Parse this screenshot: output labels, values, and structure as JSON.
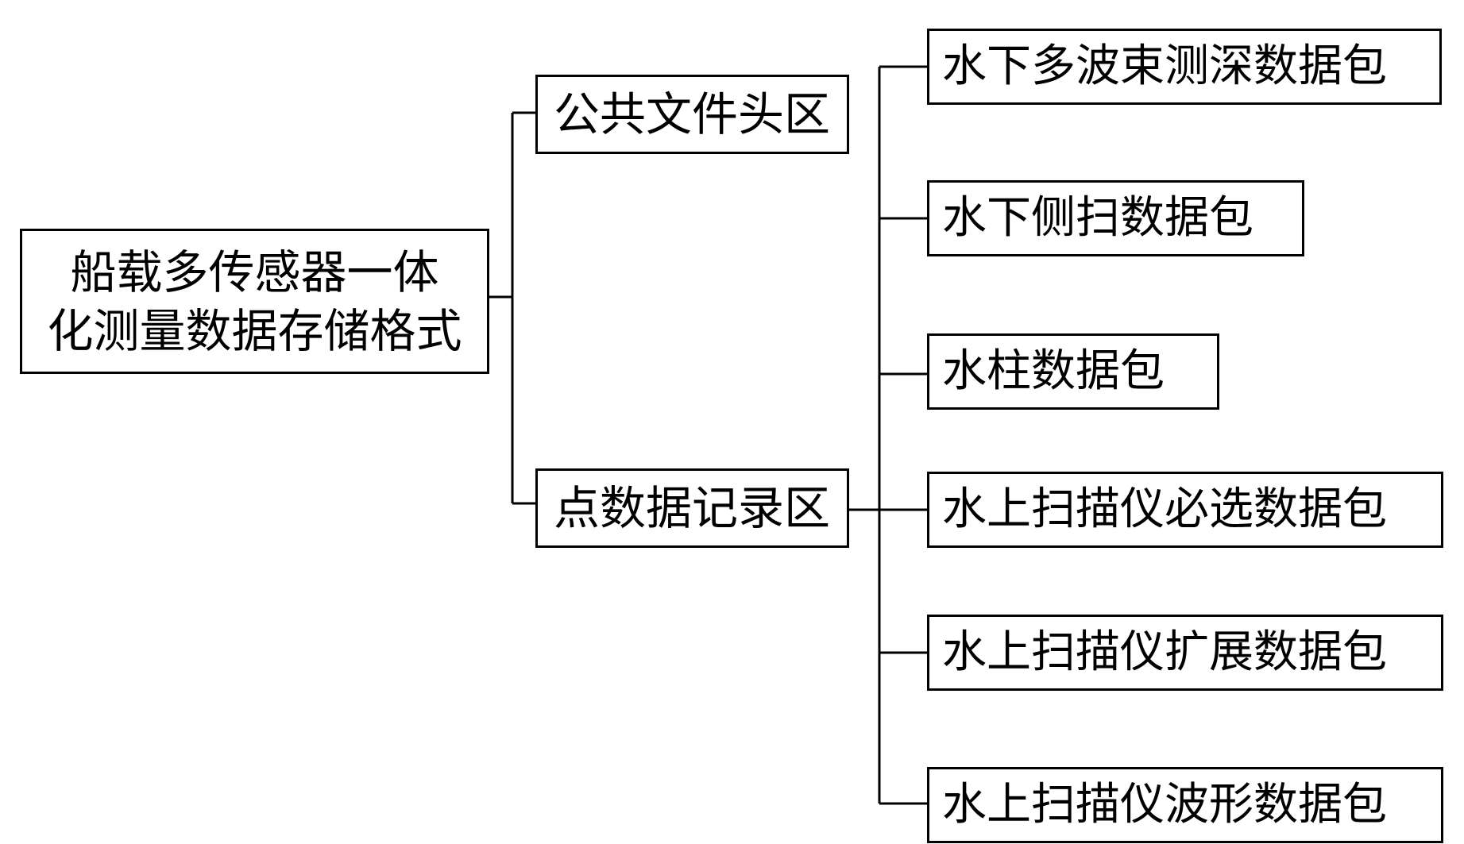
{
  "root": {
    "line1": "船载多传感器一体",
    "line2": "化测量数据存储格式"
  },
  "sections": [
    {
      "label": "公共文件头区"
    },
    {
      "label": "点数据记录区"
    }
  ],
  "packets": [
    {
      "label": "水下多波束测深数据包"
    },
    {
      "label": "水下侧扫数据包"
    },
    {
      "label": "水柱数据包"
    },
    {
      "label": "水上扫描仪必选数据包"
    },
    {
      "label": "水上扫描仪扩展数据包"
    },
    {
      "label": "水上扫描仪波形数据包"
    }
  ]
}
